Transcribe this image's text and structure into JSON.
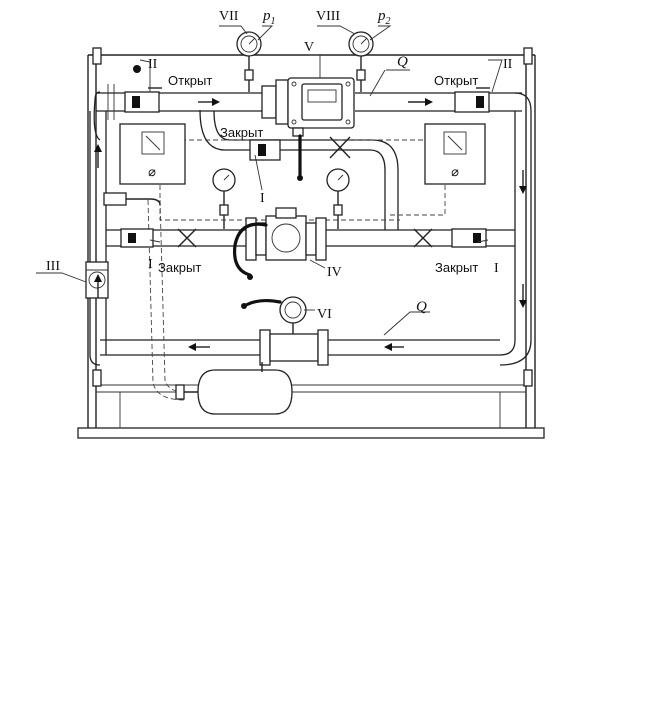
{
  "labels": {
    "gauge_p1_id": "VII",
    "gauge_p1_sym": "p",
    "gauge_p1_sub": "1",
    "gauge_p2_id": "VIII",
    "gauge_p2_sym": "p",
    "gauge_p2_sub": "2",
    "controller_id": "V",
    "flow_top": "Q",
    "flow_bottom": "Q",
    "valve_top_left_id": "II",
    "valve_top_left_state": "Открыт",
    "valve_top_right_id": "II",
    "valve_top_right_state": "Открыт",
    "valve_mid_state": "Закрыт",
    "valve_mid_id": "I",
    "valve_left_id": "I",
    "valve_left_state": "Закрыт",
    "valve_right_state": "Закрыт",
    "valve_right_id": "I",
    "check_valve_id": "III",
    "meter_id": "IV",
    "meter2_id": "VI"
  },
  "icons": [
    "pressure-gauge-icon",
    "ball-valve-icon",
    "flow-arrow-icon",
    "shutoff-cross-icon",
    "flowmeter-icon",
    "tank-icon",
    "control-box-icon"
  ]
}
